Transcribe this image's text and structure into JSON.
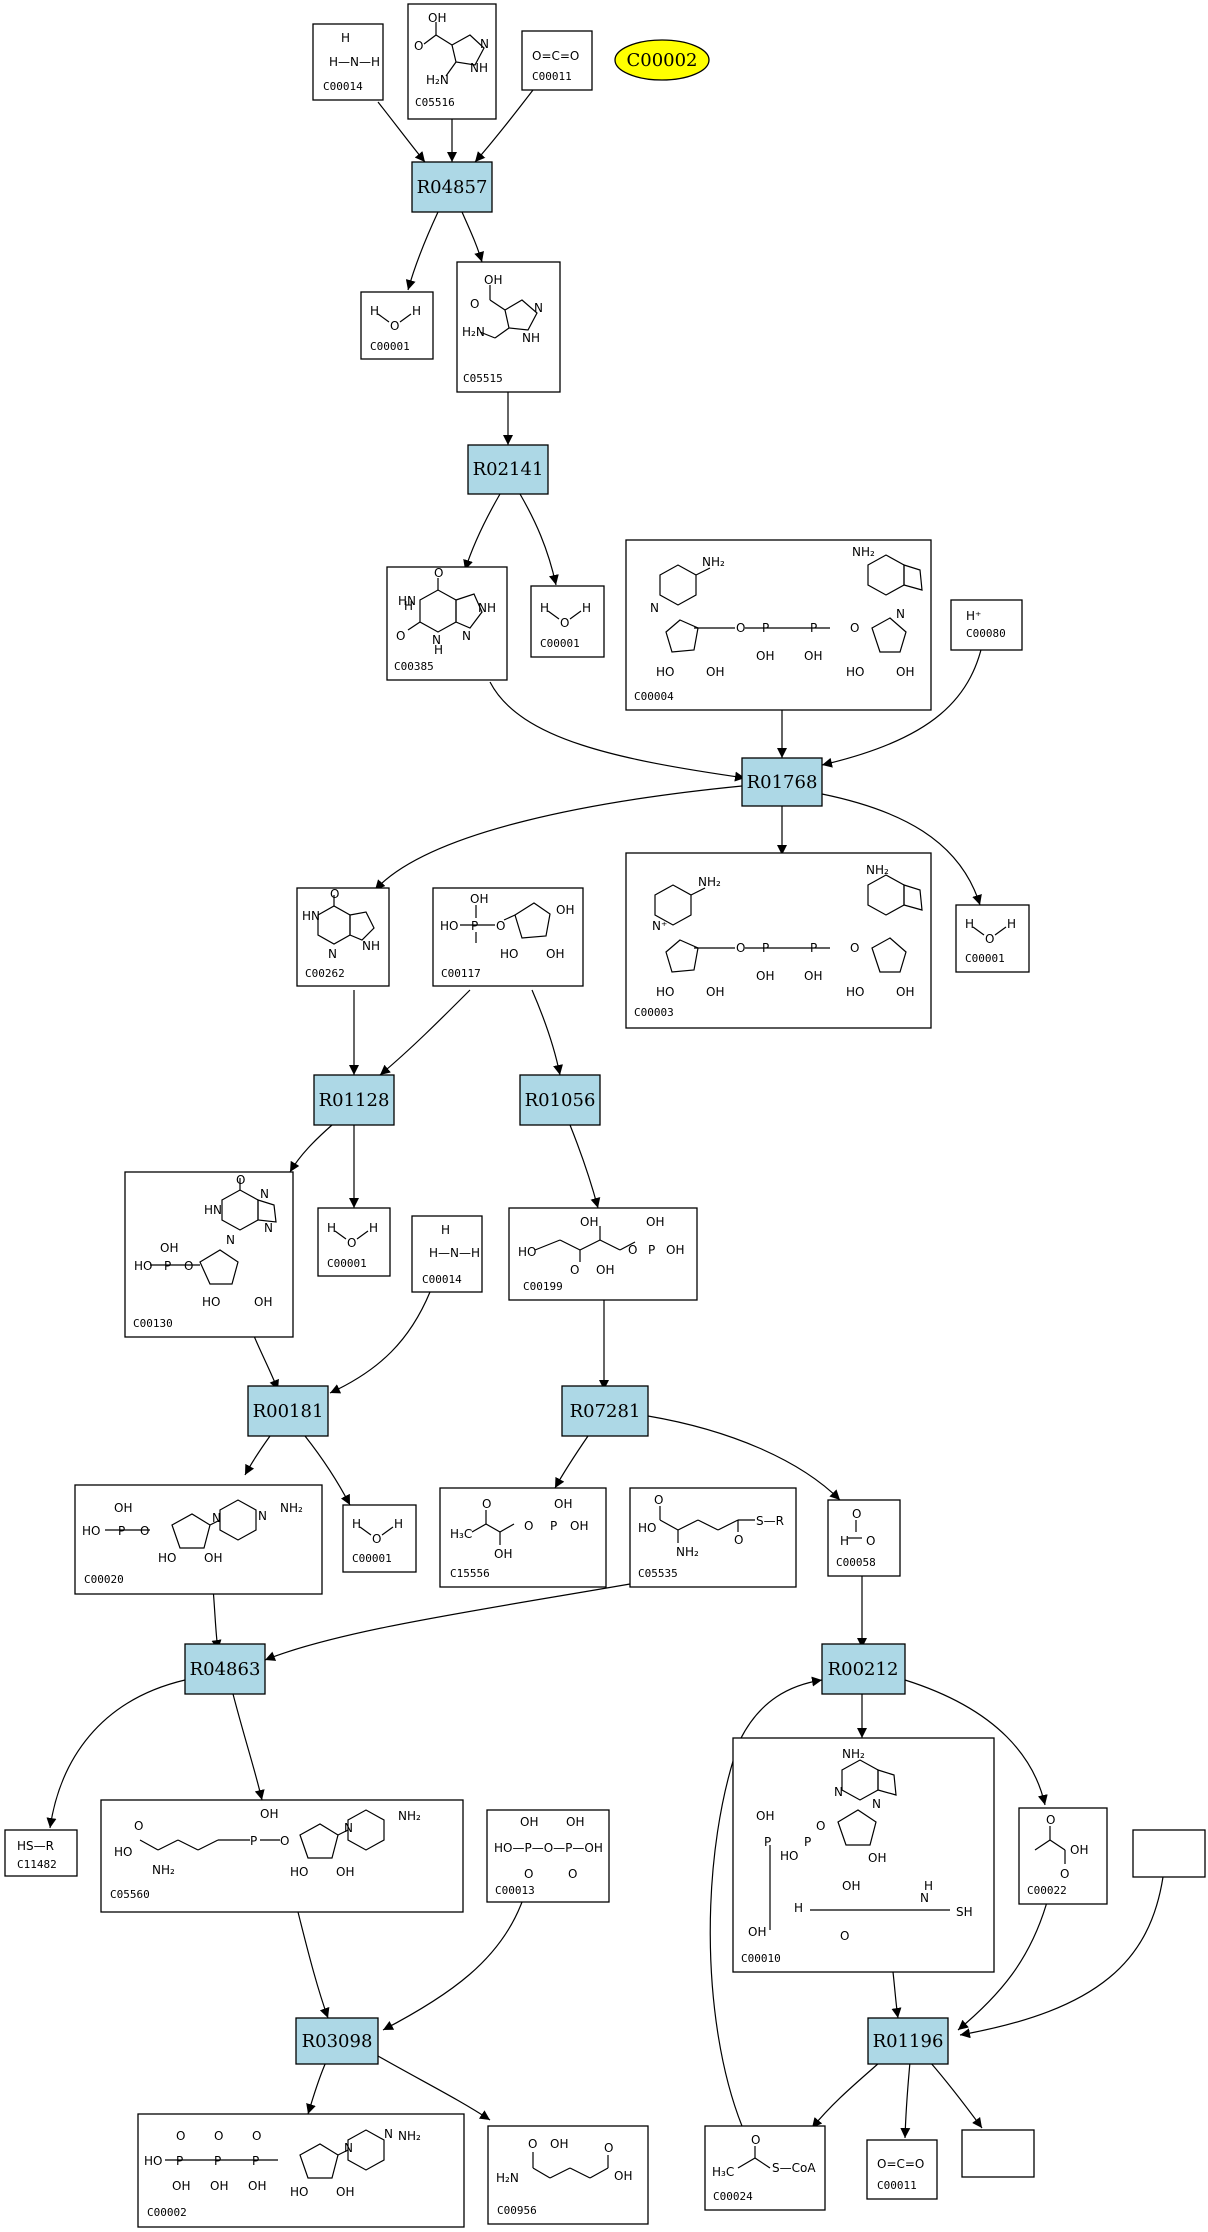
{
  "colors": {
    "reaction_fill": "#add8e6",
    "highlight_fill": "#ffff00",
    "stroke": "#000000",
    "background": "#ffffff"
  },
  "highlight": {
    "label": "C00002"
  },
  "reactions": [
    {
      "id": "R04857",
      "label": "R04857"
    },
    {
      "id": "R02141",
      "label": "R02141"
    },
    {
      "id": "R01768",
      "label": "R01768"
    },
    {
      "id": "R01128",
      "label": "R01128"
    },
    {
      "id": "R01056",
      "label": "R01056"
    },
    {
      "id": "R00181",
      "label": "R00181"
    },
    {
      "id": "R07281",
      "label": "R07281"
    },
    {
      "id": "R04863",
      "label": "R04863"
    },
    {
      "id": "R00212",
      "label": "R00212"
    },
    {
      "id": "R03098",
      "label": "R03098"
    },
    {
      "id": "R01196",
      "label": "R01196"
    }
  ],
  "compounds": [
    {
      "id": "c1",
      "label": "C00014",
      "atoms": [
        "H",
        "H—N—H"
      ]
    },
    {
      "id": "c2",
      "label": "C05516",
      "atoms": [
        "OH",
        "O",
        "N",
        "H₂N",
        "NH"
      ]
    },
    {
      "id": "c3",
      "label": "C00011",
      "atoms": [
        "O=C=O"
      ]
    },
    {
      "id": "c4",
      "label": "C00001",
      "atoms": [
        "H",
        "O",
        "H"
      ]
    },
    {
      "id": "c5",
      "label": "C05515",
      "atoms": [
        "OH",
        "O",
        "N",
        "H₂N",
        "NH"
      ]
    },
    {
      "id": "c6",
      "label": "C00385",
      "atoms": [
        "O",
        "HN",
        "NH",
        "O",
        "N",
        "N",
        "H",
        "H"
      ]
    },
    {
      "id": "c7",
      "label": "C00001",
      "atoms": [
        "H",
        "O",
        "H"
      ]
    },
    {
      "id": "c8",
      "label": "C00004",
      "atoms": [
        "NH₂",
        "NH₂",
        "N",
        "N",
        "O",
        "O",
        "P",
        "P",
        "OH",
        "OH",
        "HO",
        "OH",
        "HO",
        "OH"
      ]
    },
    {
      "id": "c9",
      "label": "C00080",
      "atoms": [
        "H⁺"
      ]
    },
    {
      "id": "c10",
      "label": "C00262",
      "atoms": [
        "O",
        "HN",
        "N",
        "NH"
      ]
    },
    {
      "id": "c11",
      "label": "C00117",
      "atoms": [
        "HO",
        "P",
        "O",
        "OH",
        "OH",
        "HO",
        "OH"
      ]
    },
    {
      "id": "c12",
      "label": "C00003",
      "atoms": [
        "NH₂",
        "NH₂",
        "N⁺",
        "O",
        "O",
        "P",
        "P",
        "OH",
        "OH",
        "HO",
        "OH",
        "HO",
        "OH"
      ]
    },
    {
      "id": "c13",
      "label": "C00001",
      "atoms": [
        "H",
        "O",
        "H"
      ]
    },
    {
      "id": "c14",
      "label": "C00130",
      "atoms": [
        "O",
        "HN",
        "N",
        "N",
        "N",
        "OH",
        "HO",
        "P",
        "O",
        "HO",
        "OH"
      ]
    },
    {
      "id": "c15",
      "label": "C00001",
      "atoms": [
        "H",
        "O",
        "H"
      ]
    },
    {
      "id": "c16",
      "label": "C00014",
      "atoms": [
        "H",
        "H—N—H"
      ]
    },
    {
      "id": "c17",
      "label": "C00199",
      "atoms": [
        "OH",
        "HO",
        "O",
        "OH",
        "OH",
        "P",
        "O",
        "OH"
      ]
    },
    {
      "id": "c18",
      "label": "C00020",
      "atoms": [
        "OH",
        "HO",
        "P",
        "O",
        "N",
        "N",
        "NH₂",
        "HO",
        "OH"
      ]
    },
    {
      "id": "c19",
      "label": "C00001",
      "atoms": [
        "H",
        "O",
        "H"
      ]
    },
    {
      "id": "c20",
      "label": "C15556",
      "atoms": [
        "O",
        "OH",
        "H₃C",
        "O",
        "P",
        "OH",
        "OH"
      ]
    },
    {
      "id": "c21",
      "label": "C05535",
      "atoms": [
        "O",
        "HO",
        "S—R",
        "NH₂",
        "O"
      ]
    },
    {
      "id": "c22",
      "label": "C00058",
      "atoms": [
        "O",
        "H",
        "O"
      ]
    },
    {
      "id": "c23",
      "label": "C11482",
      "atoms": [
        "HS—R"
      ]
    },
    {
      "id": "c24",
      "label": "C05560",
      "atoms": [
        "O",
        "OH",
        "HO",
        "P",
        "O",
        "N",
        "NH₂",
        "NH₂",
        "HO",
        "OH"
      ]
    },
    {
      "id": "c25",
      "label": "C00013",
      "atoms": [
        "OH",
        "OH",
        "HO—P—O—P—OH",
        "O",
        "O"
      ]
    },
    {
      "id": "c26",
      "label": "C00010",
      "atoms": [
        "NH₂",
        "N",
        "N",
        "OH",
        "O",
        "P",
        "HO",
        "P",
        "OH",
        "OH",
        "OH",
        "O",
        "N",
        "SH",
        "H",
        "H"
      ]
    },
    {
      "id": "c27",
      "label": "C00022",
      "atoms": [
        "O",
        "OH",
        "O"
      ]
    },
    {
      "id": "c28",
      "label": "C00002",
      "atoms": [
        "O",
        "O",
        "O",
        "P",
        "P",
        "P",
        "HO",
        "OH",
        "OH",
        "OH",
        "N",
        "N",
        "NH₂",
        "HO",
        "OH"
      ]
    },
    {
      "id": "c29",
      "label": "C00956",
      "atoms": [
        "O",
        "OH",
        "H₂N",
        "O",
        "OH"
      ]
    },
    {
      "id": "c30",
      "label": "C00024",
      "atoms": [
        "O",
        "H₃C",
        "S—CoA"
      ]
    },
    {
      "id": "c31",
      "label": "C00011",
      "atoms": [
        "O=C=O"
      ]
    },
    {
      "id": "c32",
      "label": ""
    },
    {
      "id": "c33",
      "label": ""
    }
  ]
}
